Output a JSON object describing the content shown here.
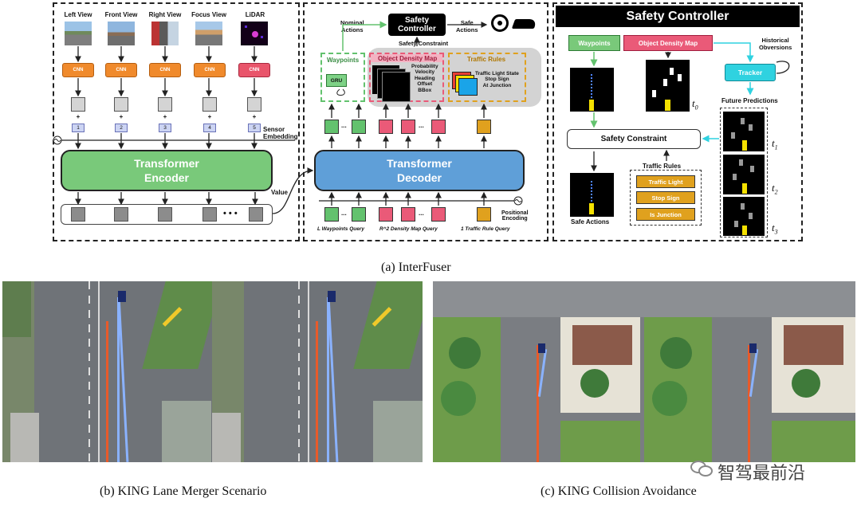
{
  "encoder_panel": {
    "views": [
      "Left View",
      "Front View",
      "Right View",
      "Focus View",
      "LiDAR"
    ],
    "cnn_label": "CNN",
    "plus": "+",
    "indices": [
      "1",
      "2",
      "3",
      "4",
      "5"
    ],
    "sensor_embedding": "Sensor\nEmbedding",
    "encoder_title": "Transformer\nEncoder",
    "ellipsis": "• • •",
    "value_label": "Value"
  },
  "decoder_panel": {
    "nominal_actions": "Nominal\nActions",
    "safety_controller": "Safety\nController",
    "safe_actions": "Safe\nActions",
    "safety_constraint": "Safety Constraint",
    "waypoints": "Waypoints",
    "gru": "GRU",
    "object_density_map": "Object Density Map",
    "density_fields": "Probability\nVelocity\nHeading\nOffset\nBBox",
    "traffic_rules": "Traffic Rules",
    "rule_fields": "Traffic Light State\nStop Sign\nAt Junction",
    "dots": "...",
    "decoder_title": "Transformer\nDecoder",
    "positional_encoding": "Positional\nEncoding",
    "query_waypoints": "L Waypoints Query",
    "query_density": "R^2 Density Map Query",
    "query_rule": "1 Traffic Rule Query"
  },
  "safety_panel": {
    "title": "Safety Controller",
    "waypoints_btn": "Waypoints",
    "density_btn": "Object Density Map",
    "historical": "Historical\nObversions",
    "tracker": "Tracker",
    "future_predictions": "Future Predictions",
    "t0": "t",
    "t0_sub": "0",
    "t_labels": [
      "t",
      "t",
      "t"
    ],
    "t_subs": [
      "1",
      "2",
      "3"
    ],
    "safety_constraint": "Safety Constraint",
    "traffic_rules": "Traffic Rules",
    "rules": [
      "Traffic Light",
      "Stop Sign",
      "Is Junction"
    ],
    "safe_actions": "Safe Actions"
  },
  "captions": {
    "a": "(a)  InterFuser",
    "b": "(b)  KING Lane Merger Scenario",
    "c": "(c)  KING Collision Avoidance"
  },
  "watermark": "智驾最前沿",
  "colors": {
    "encoder_green": "#79c97a",
    "decoder_blue": "#5f9fd8",
    "cnn_orange": "#f08a2c",
    "lidar_red": "#e9556b",
    "waypoint_green": "#63c26e",
    "density_pink": "#ea5a78",
    "rule_orange": "#e0a11e",
    "tracker_cyan": "#2fd2e0",
    "ego_yellow": "#f5e100"
  }
}
